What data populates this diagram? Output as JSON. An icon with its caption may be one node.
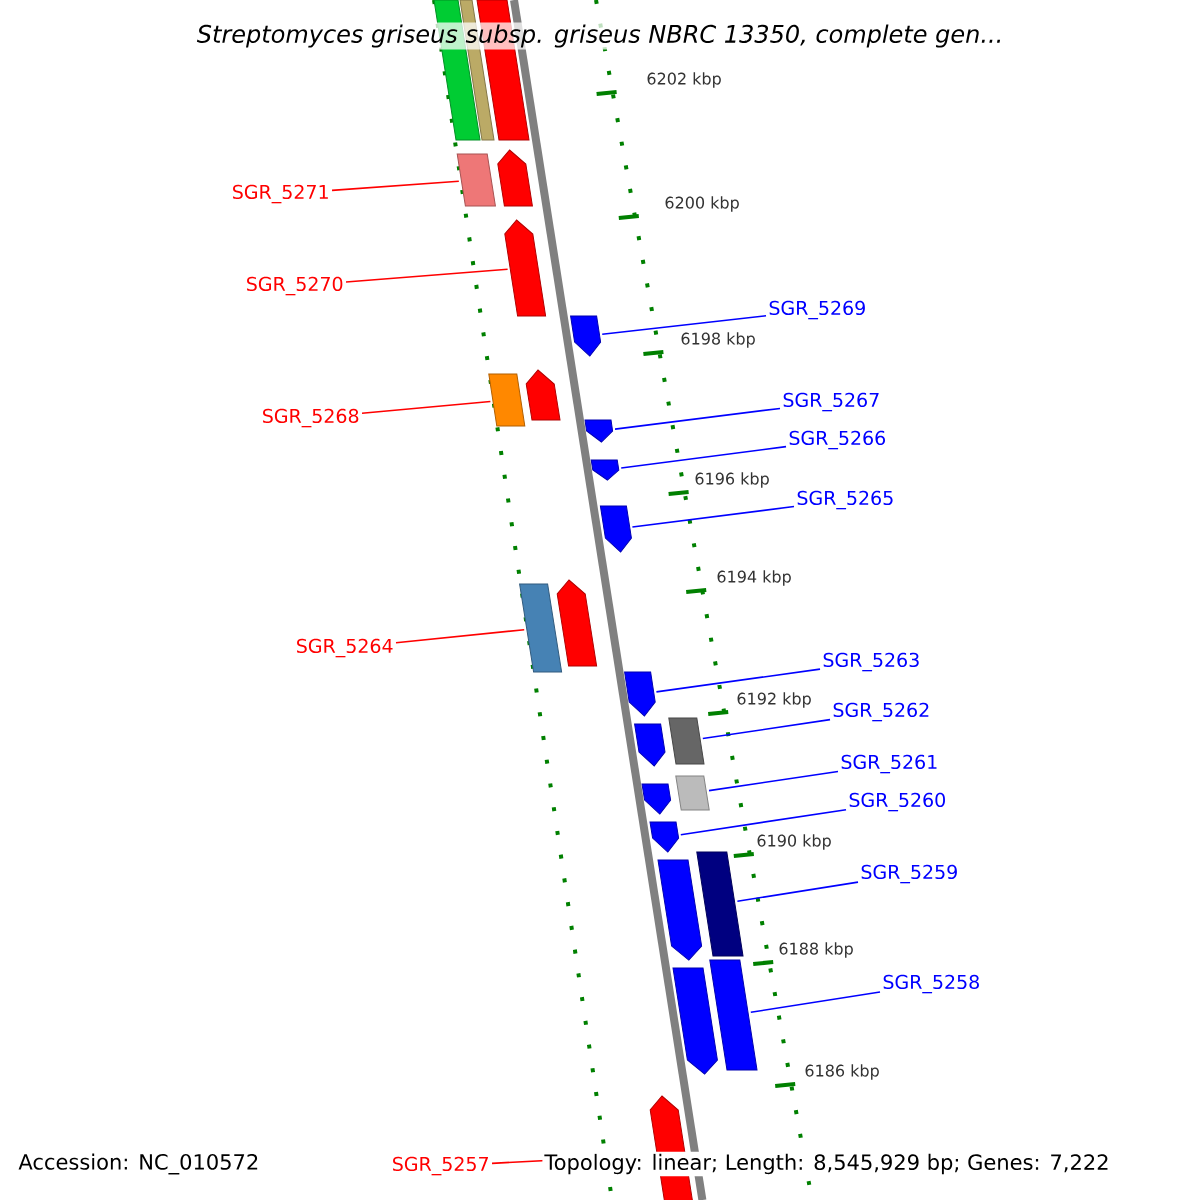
{
  "diagram": {
    "title": "Streptomyces griseus subsp. griseus NBRC 13350, complete gen...",
    "nodes": [
      {
        "text": [
          "SGR_5271"
        ]
      },
      {
        "text": [
          "SGR_5270"
        ]
      },
      {
        "text": [
          "SGR_5269"
        ]
      },
      {
        "text": [
          "SGR_5268"
        ]
      },
      {
        "text": [
          "SGR_5267"
        ]
      },
      {
        "text": [
          "SGR_5266"
        ]
      },
      {
        "text": [
          "SGR_5265"
        ]
      },
      {
        "text": [
          "SGR_5264"
        ]
      },
      {
        "text": [
          "SGR_5263"
        ]
      },
      {
        "text": [
          "SGR_5262"
        ]
      },
      {
        "text": [
          "SGR_5261"
        ]
      },
      {
        "text": [
          "SGR_5260"
        ]
      },
      {
        "text": [
          "SGR_5259"
        ]
      },
      {
        "text": [
          "SGR_5258"
        ]
      },
      {
        "text": [
          "SGR_5257"
        ]
      },
      {
        "text": [],
        "shape": "box"
      },
      {
        "text": [],
        "shape": "box"
      },
      {
        "text": [],
        "shape": "box"
      },
      {
        "text": [],
        "shape": "box"
      },
      {
        "text": [],
        "shape": "pentagon"
      },
      {
        "text": [],
        "shape": "pentagon"
      },
      {
        "text": [],
        "shape": "pentagon"
      },
      {
        "text": [],
        "shape": "box"
      },
      {
        "text": [],
        "shape": "pentagon"
      },
      {
        "text": [],
        "shape": "pentagon"
      },
      {
        "text": [],
        "shape": "pentagon"
      },
      {
        "text": [],
        "shape": "pentagon"
      },
      {
        "text": [],
        "shape": "box"
      },
      {
        "text": [],
        "shape": "pentagon"
      },
      {
        "text": [],
        "shape": "pentagon"
      },
      {
        "text": [],
        "shape": "pentagon"
      },
      {
        "text": [],
        "shape": "box"
      },
      {
        "text": [],
        "shape": "pentagon"
      },
      {
        "text": [],
        "shape": "box"
      },
      {
        "text": [],
        "shape": "pentagon"
      },
      {
        "text": [],
        "shape": "pentagon"
      },
      {
        "text": [],
        "shape": "box"
      },
      {
        "text": [],
        "shape": "pentagon"
      },
      {
        "text": [],
        "shape": "box"
      },
      {
        "text": [],
        "shape": "pentagon"
      }
    ],
    "edges": [
      {
        "from": 0,
        "to": 18,
        "arrow": "none",
        "color": "#ff0000"
      },
      {
        "from": 1,
        "to": 20,
        "arrow": "none",
        "color": "#ff0000"
      },
      {
        "from": 2,
        "to": 21,
        "arrow": "none"
      },
      {
        "from": 3,
        "to": 22,
        "arrow": "none",
        "color": "#ff0000"
      },
      {
        "from": 4,
        "to": 24,
        "arrow": "none"
      },
      {
        "from": 5,
        "to": 25,
        "arrow": "none"
      },
      {
        "from": 6,
        "to": 26,
        "arrow": "none"
      },
      {
        "from": 7,
        "to": 27,
        "arrow": "none",
        "color": "#ff0000"
      },
      {
        "from": 8,
        "to": 29,
        "arrow": "none"
      },
      {
        "from": 9,
        "to": 31,
        "arrow": "none"
      },
      {
        "from": 10,
        "to": 33,
        "arrow": "none"
      },
      {
        "from": 11,
        "to": 34,
        "arrow": "none"
      },
      {
        "from": 12,
        "to": 36,
        "arrow": "none"
      },
      {
        "from": 13,
        "to": 38,
        "arrow": "none"
      },
      {
        "from": 14,
        "to": 39,
        "arrow": "none",
        "color": "#ff0000"
      }
    ],
    "labels": [
      "6202 kbp",
      "6200 kbp",
      "6198 kbp",
      "6196 kbp",
      "6194 kbp",
      "6192 kbp",
      "6190 kbp",
      "6188 kbp",
      "6186 kbp",
      "Accession: NC_010572",
      "Topology: linear; Length: 8,545,929 bp; Genes: 7,222"
    ]
  }
}
